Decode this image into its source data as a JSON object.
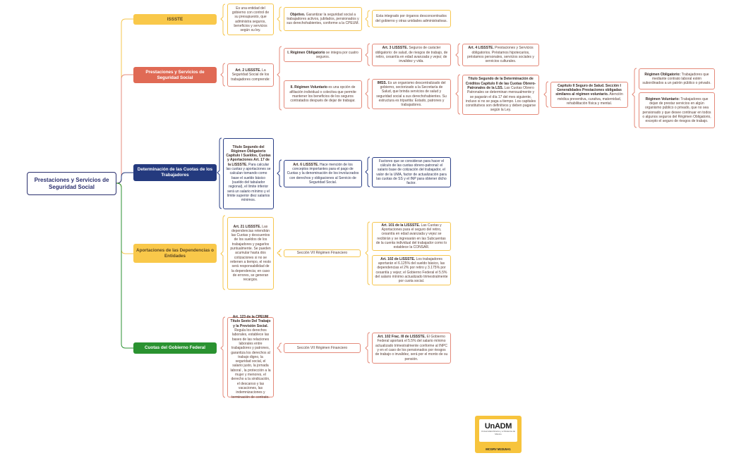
{
  "central": "Prestaciones y Servicios de Seguridad Social",
  "branches": {
    "issste": "ISSSTE",
    "prestaciones": "Prestaciones y Servicios de Seguridad Social",
    "determinacion": "Determinación de las Cuotas de los Trabajadores",
    "aportaciones": "Aportaciones de las Dependencias o Entidades",
    "gobierno": "Cuotas del Gobierno Federal"
  },
  "nodes": {
    "issste_desc": {
      "bold": "",
      "text": "Es una entidad del gobierno con control de su presupuesto, que administra seguros, beneficios y servicios según su ley."
    },
    "objetivo": {
      "bold": "Objetivo.",
      "text": " Garantizar la seguridad social a trabajadores activos, jubilados, pensionados y sus derechohabientes, conforme a la CPEUM."
    },
    "integrado": {
      "bold": "",
      "text": "Esta integrado por órganos desconcentrados del gobierno y otras unidades administrativas."
    },
    "art2": {
      "bold": "Art. 2 LISSSTE.",
      "text": " La Seguridad Social de los trabajadores comprende:"
    },
    "reg_oblig": {
      "bold": "I. Régimen Obligatorio",
      "text": " se integra por cuatro seguros."
    },
    "reg_vol": {
      "bold": "II. Régimen Voluntario",
      "text": " es una opción de afiliación individual o colectiva que permite mantener los beneficios de los seguros contratados después de dejar de trabajar."
    },
    "art3": {
      "bold": "Art. 3 LISSSTE.",
      "text": " Seguros de carácter obligatorio: de salud, de riesgos de trabajo, de retiro, cesantía en edad avanzada y vejez; de invalidez y vida."
    },
    "art4": {
      "bold": "Art. 4 LISSSTE.",
      "text": " Prestaciones y Servicios obligatorios. Préstamos hipotecarios, préstamos personales, servicios sociales y servicios culturales."
    },
    "imss": {
      "bold": "IMSS.",
      "text": " Es un organismo descentralizado del gobierno, sectorizado a la Secretaría de Salud, que brinda servicios de salud y seguridad social a sus derechohabientes. Su estructura es tripartita: Estado, patrones y trabajadores."
    },
    "titulo_creditos": {
      "bold": "Título Segundo de la Determinación de Créditos Capítulo II de las Cuotas Obrero-Patronales de la LSS.",
      "text": " Las Cuotas Obrero Patronales se determinan mensualmente y se pagarán el día 17 del mes siguiente, incluso si no se paga a tiempo. Los capitales constitutivos son definitivos y deben pagarse según la Ley."
    },
    "capitulo2": {
      "bold": "Capítulo II Seguro de Salud. Sección I Generalidades Prestaciones obligadas similares al régimen voluntario.",
      "text": " Atención médica preventiva, curativa, maternidad, rehabilitación física y mental."
    },
    "reg_oblig_r": {
      "bold": "Régimen Obligatorio:",
      "text": " Trabajadores que mediante contrato laboral estén subordinados a un patrón público o privado."
    },
    "reg_vol_r": {
      "bold": "Régimen Voluntario:",
      "text": " Trabajadores que dejan de prestar servicios en algún organismo público o privado, que no sea pensionado y que desee continuar en todos o algunos seguros del Régimen Obligatorio, excepto el seguro de riesgos de trabajo."
    },
    "titulo_reg": {
      "bold": "Título Segundo del Régimen Obligatorio Capítulo I Sueldos, Cuotas y Aportaciones Art. 17 de la LISSSTE.",
      "text": " Para calcular las cuotas y aportaciones se calculan tomando como base el sueldo básico (sueldo del tabulador regional), el límite inferior será un salario mínimo y el límite superior diez salarios mínimos."
    },
    "art6": {
      "bold": "Art. 6 LISSSTE.",
      "text": " Hace mención de los conceptos importantes para el pago de Cuotas y la denominación de los involucrados con derechos y obligaciones al Servicio de Seguridad Social."
    },
    "factores": {
      "bold": "",
      "text": "Factores que se consideran para hacer el cálculo de las cuotas obrero-patronal: el salario base de cotización del trabajador, el valor de la UMA, factor de actualización para las cuotas de SS y el INP para obtener dicho factor."
    },
    "art21": {
      "bold": "Art. 21 LISSSTE.",
      "text": " Las dependencias retendrán las Cuotas y descuentos de los sueldos de los trabajadores y pagarlos puntualmente. Se pueden acumular hasta dos cotizaciones si no se retienen a tiempo, el resto será responsabilidad de la dependencia; en caso de errores, se generan recargos."
    },
    "seccion_y": {
      "bold": "",
      "text": "Sección VII Régimen Financiero"
    },
    "art101": {
      "bold": "Art. 101 de la LISSSTE.",
      "text": " Las Cuotas y Aportaciones para el seguro del retiro, cesantía en edad avanzada y vejez se recibirán y se ingresarán en las Subcuentas de la cuenta individual del trabajador como lo establece la CONSAR."
    },
    "art102": {
      "bold": "Art. 102 de LISSSTE.",
      "text": " Los trabajadores aportarán el 6.125% del sueldo básico, las dependencias el 2% por retiro y 3.175% por cesantía y vejez; el Gobierno Federal el 5.5% del salario mínimo actualizado trimestralmente por cuota social."
    },
    "art123": {
      "bold": "Art. 123 de la CPEUM Título Sexto Del Trabajo y la Previsión Social.",
      "text": " Regula los derechos laborales, establece las bases de las relaciones laborales entre trabajadores y patrones, garantiza los derechos al trabajo digno, la seguridad social, el salario justo, la jornada laboral , la protección a la mujer y menores, el derecho a la sindicación, el descanso y las vacaciones, las indemnizaciones y terminación de contrato."
    },
    "seccion_s": {
      "bold": "",
      "text": "Sección VII Régimen Financiero"
    },
    "art102f": {
      "bold": "Art. 102 Frac. III de LISSSTE.",
      "text": " El Gobierno Federal aportará el 5.5% del salario mínimo actualizado trimestralmente conforme al INPC y en el caso de los pensionados por riesgos de trabajo o invalidez, será por el monto de su pensión."
    }
  },
  "logo": {
    "brand": "UnADM",
    "sub": "Universidad Abierta y a Distancia de México",
    "code": "MCGRV M22U5A1"
  },
  "colors": {
    "yellow": "#f6c64e",
    "salmon": "#e06a55",
    "blue": "#243a7e",
    "green": "#2a9230",
    "navy": "#2a2f6e"
  }
}
